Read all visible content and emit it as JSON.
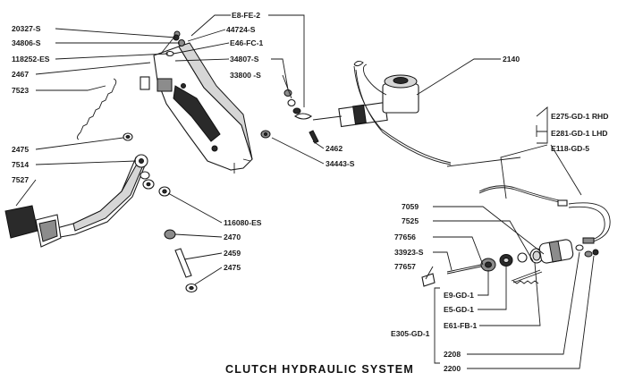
{
  "title": "CLUTCH HYDRAULIC SYSTEM",
  "labels": {
    "l20327S": "20327-S",
    "l34806S": "34806-S",
    "l118252ES": "118252-ES",
    "l2467": "2467",
    "l7523": "7523",
    "l2475a": "2475",
    "l7514": "7514",
    "l7527": "7527",
    "lE8FE2": "E8-FE-2",
    "l44724S": "44724-S",
    "lE46FC1": "E46-FC-1",
    "l34807S": "34807-S",
    "l33800S": "33800 -S",
    "l2140": "2140",
    "l2462": "2462",
    "l34443S": "34443-S",
    "l116080ES": "116080-ES",
    "l2470": "2470",
    "l2459": "2459",
    "l2475b": "2475",
    "lE275": "E275-GD-1  RHD",
    "lE281": "E281-GD-1  LHD",
    "lE118": "E118-GD-5",
    "l7059": "7059",
    "l7525": "7525",
    "l77656": "77656",
    "l33923S": "33923-S",
    "l77657": "77657",
    "lE9": "E9-GD-1",
    "lE5": "E5-GD-1",
    "lE61": "E61-FB-1",
    "lE305": "E305-GD-1",
    "l2208": "2208",
    "l2200": "2200"
  }
}
